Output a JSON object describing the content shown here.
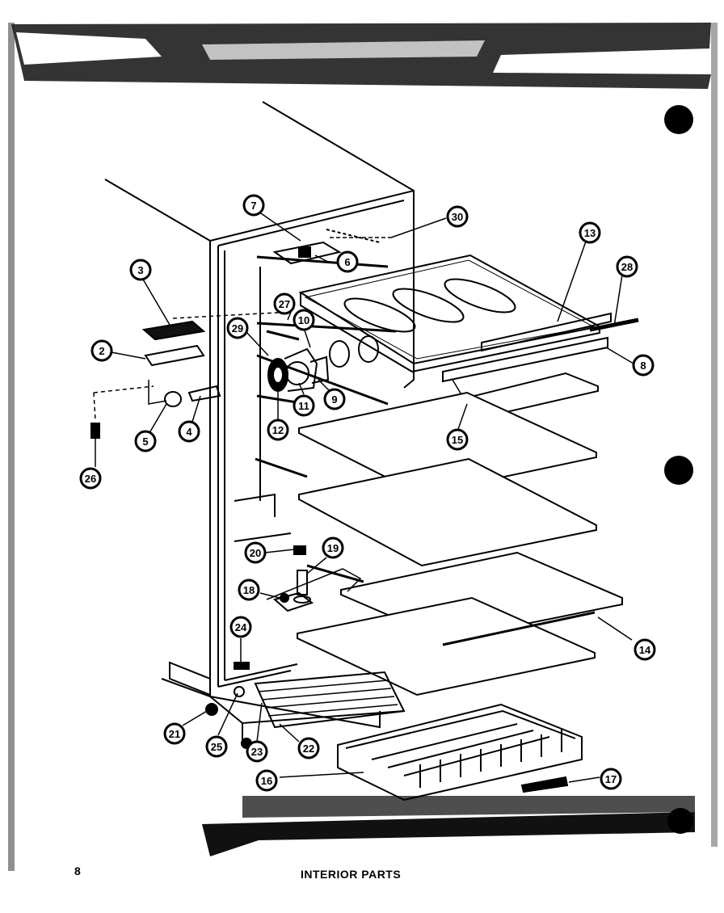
{
  "page": {
    "number": "8",
    "caption": "INTERIOR PARTS"
  },
  "callouts": [
    "7",
    "30",
    "13",
    "28",
    "8",
    "3",
    "27",
    "10",
    "29",
    "2",
    "6",
    "9",
    "11",
    "12",
    "4",
    "5",
    "15",
    "26",
    "20",
    "19",
    "18",
    "24",
    "14",
    "21",
    "25",
    "23",
    "22",
    "16",
    "17"
  ]
}
